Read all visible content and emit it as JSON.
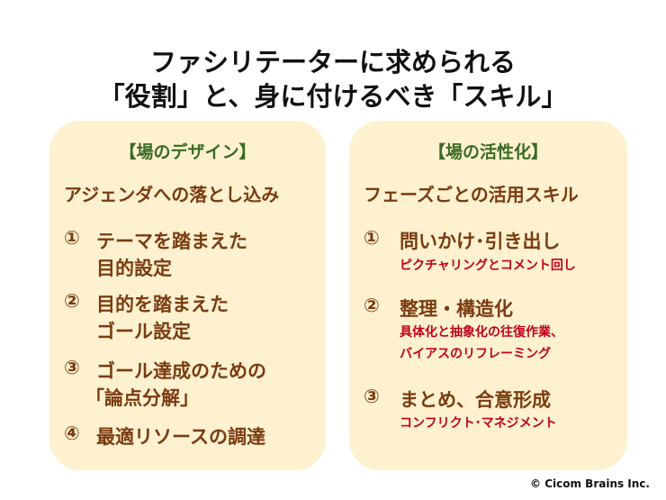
{
  "title": {
    "line1": "ファシリテーターに求められる",
    "line2": "「役割」と、身に付けるべき「スキル」"
  },
  "left": {
    "header": "【場のデザイン】",
    "subtitle": "アジェンダへの落とし込み",
    "items": [
      {
        "num": "①",
        "lines": [
          "テーマを踏まえた",
          "目的設定"
        ]
      },
      {
        "num": "②",
        "lines": [
          "目的を踏まえた",
          "ゴール設定"
        ]
      },
      {
        "num": "③",
        "lines": [
          "ゴール達成のための",
          "「論点分解」"
        ]
      },
      {
        "num": "④",
        "lines": [
          "最適リソースの調達"
        ]
      }
    ]
  },
  "right": {
    "header": "【場の活性化】",
    "subtitle": "フェーズごとの活用スキル",
    "items": [
      {
        "num": "①",
        "label": "問いかけ･引き出し",
        "details": [
          "ピクチャリングとコメント回し"
        ]
      },
      {
        "num": "②",
        "label": "整理・構造化",
        "details": [
          "具体化と抽象化の往復作業、",
          "バイアスのリフレーミング"
        ]
      },
      {
        "num": "③",
        "label": "まとめ、合意形成",
        "details": [
          "コンフリクト･マネジメント"
        ]
      }
    ]
  },
  "copyright": "© Cicom Brains Inc."
}
